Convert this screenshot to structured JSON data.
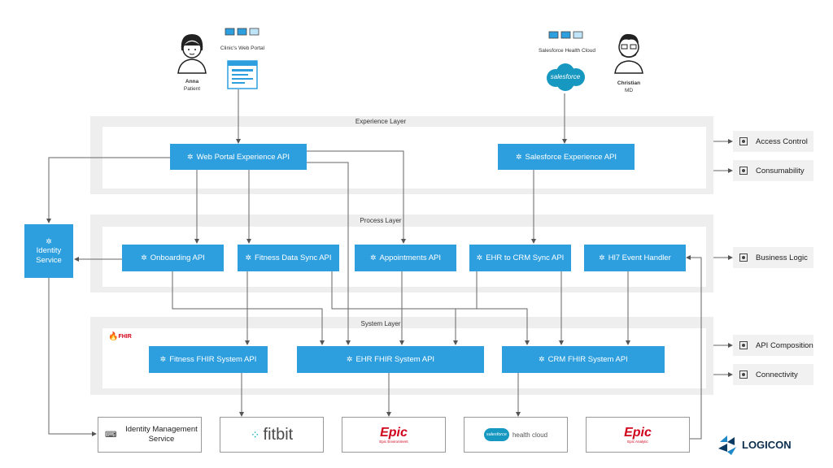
{
  "layers": {
    "experience": "Experience Layer",
    "process": "Process Layer",
    "system": "System Layer"
  },
  "actors": {
    "patient_name": "Anna",
    "patient_role": "Patient",
    "doctor_name": "Christian",
    "doctor_role": "MD",
    "portal_label": "Clinic's Web Portal",
    "cloud_label": "Salesforce Health Cloud",
    "salesforce_logo_text": "salesforce"
  },
  "apis": {
    "web_portal_exp": "Web Portal Experience API",
    "salesforce_exp": "Salesforce Experience API",
    "identity": "Identity Service",
    "onboarding": "Onboarding API",
    "fitness_sync": "Fitness Data Sync API",
    "appointments": "Appointments API",
    "ehr_crm_sync": "EHR to CRM Sync API",
    "hl7_handler": "Hl7 Event Handler",
    "fitness_fhir": "Fitness FHIR System API",
    "ehr_fhir": "EHR FHIR System API",
    "crm_fhir": "CRM FHIR System API"
  },
  "fhir_logo": "FHIR",
  "side_labels": {
    "access_control": "Access Control",
    "consumability": "Consumability",
    "business_logic": "Business Logic",
    "api_composition": "API Composition",
    "connectivity": "Connectivity"
  },
  "systems": {
    "identity_mgmt": "Identity Management Service",
    "fitbit": "fitbit",
    "epic1_logo": "Epic",
    "epic1_sub": "Epic Environment",
    "health_cloud_sf": "salesforce",
    "health_cloud_text": "health cloud",
    "epic2_logo": "Epic",
    "epic2_sub": "Epic Analytic"
  },
  "brand": "LOGICON",
  "colors": {
    "api_blue": "#2d9fdf",
    "band_gray": "#eeeeee",
    "epic_red": "#d0021b",
    "fitbit_teal": "#00b0b9",
    "brand_blue": "#1e88c8"
  }
}
